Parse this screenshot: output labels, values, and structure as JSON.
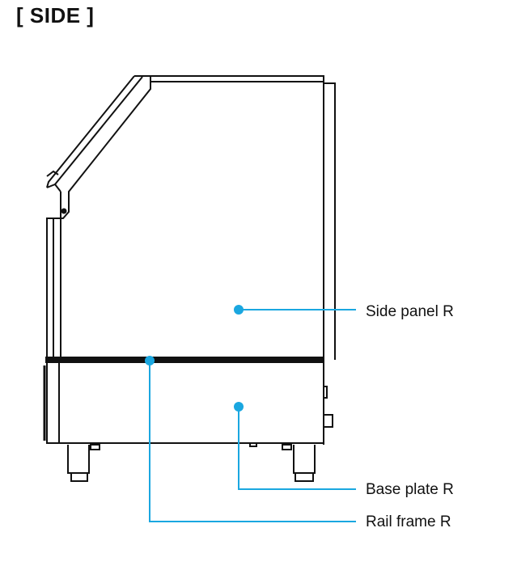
{
  "title": "[ SIDE ]",
  "accent_color": "#1aa7e0",
  "callouts": [
    {
      "label": "Side panel R"
    },
    {
      "label": "Base plate R"
    },
    {
      "label": "Rail frame R"
    }
  ]
}
